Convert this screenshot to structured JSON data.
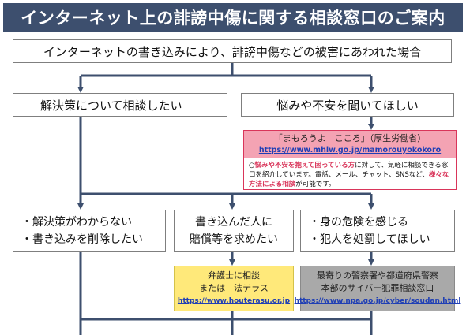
{
  "title": "インターネット上の誹謗中傷に関する相談窓口のご案内",
  "intro": "インターネットの書き込みにより、誹謗中傷などの被害にあわれた場合",
  "branch_solution": "解決策について相談したい",
  "branch_worry": "悩みや不安を聞いてほしい",
  "mamoro": {
    "heading": "「まもろうよ　こころ」（厚生労働省）",
    "url": "https://www.mhlw.go.jp/mamorouyokokoro",
    "bullet": "○",
    "text1_em": "悩みや不安を抱えて困っている方",
    "text1": "に対して、気軽に相談できる窓口を紹介しています。電話、メール、チャット、SNSなど、",
    "text2_em": "様々な方法による相談",
    "text2": "が可能です。"
  },
  "options": {
    "opt1_line1": "・解決策がわからない",
    "opt1_line2": "・書き込みを削除したい",
    "opt2_line1": "書き込んだ人に",
    "opt2_line2": "賠償等を求めたい",
    "opt3_line1": "・身の危険を感じる",
    "opt3_line2": "・犯人を処罰してほしい"
  },
  "lawyer": {
    "line1": "弁護士に相談",
    "line2": "または　法テラス",
    "url": "https://www.houterasu.or.jp"
  },
  "police": {
    "line1": "最寄りの警察署や都道府県警察",
    "line2": "本部のサイバー犯罪相談窓口",
    "url": "https://www.npa.go.jp/cyber/soudan.html"
  },
  "colors": {
    "title_bg": "#3d4f6e",
    "connector": "#3d4f6e",
    "mamoro_border": "#d9355a",
    "mamoro_header_bg": "#f4a3b3",
    "lawyer_bg": "#ffe97a",
    "police_bg": "#a9a9a9",
    "link": "#1f3fb5"
  }
}
